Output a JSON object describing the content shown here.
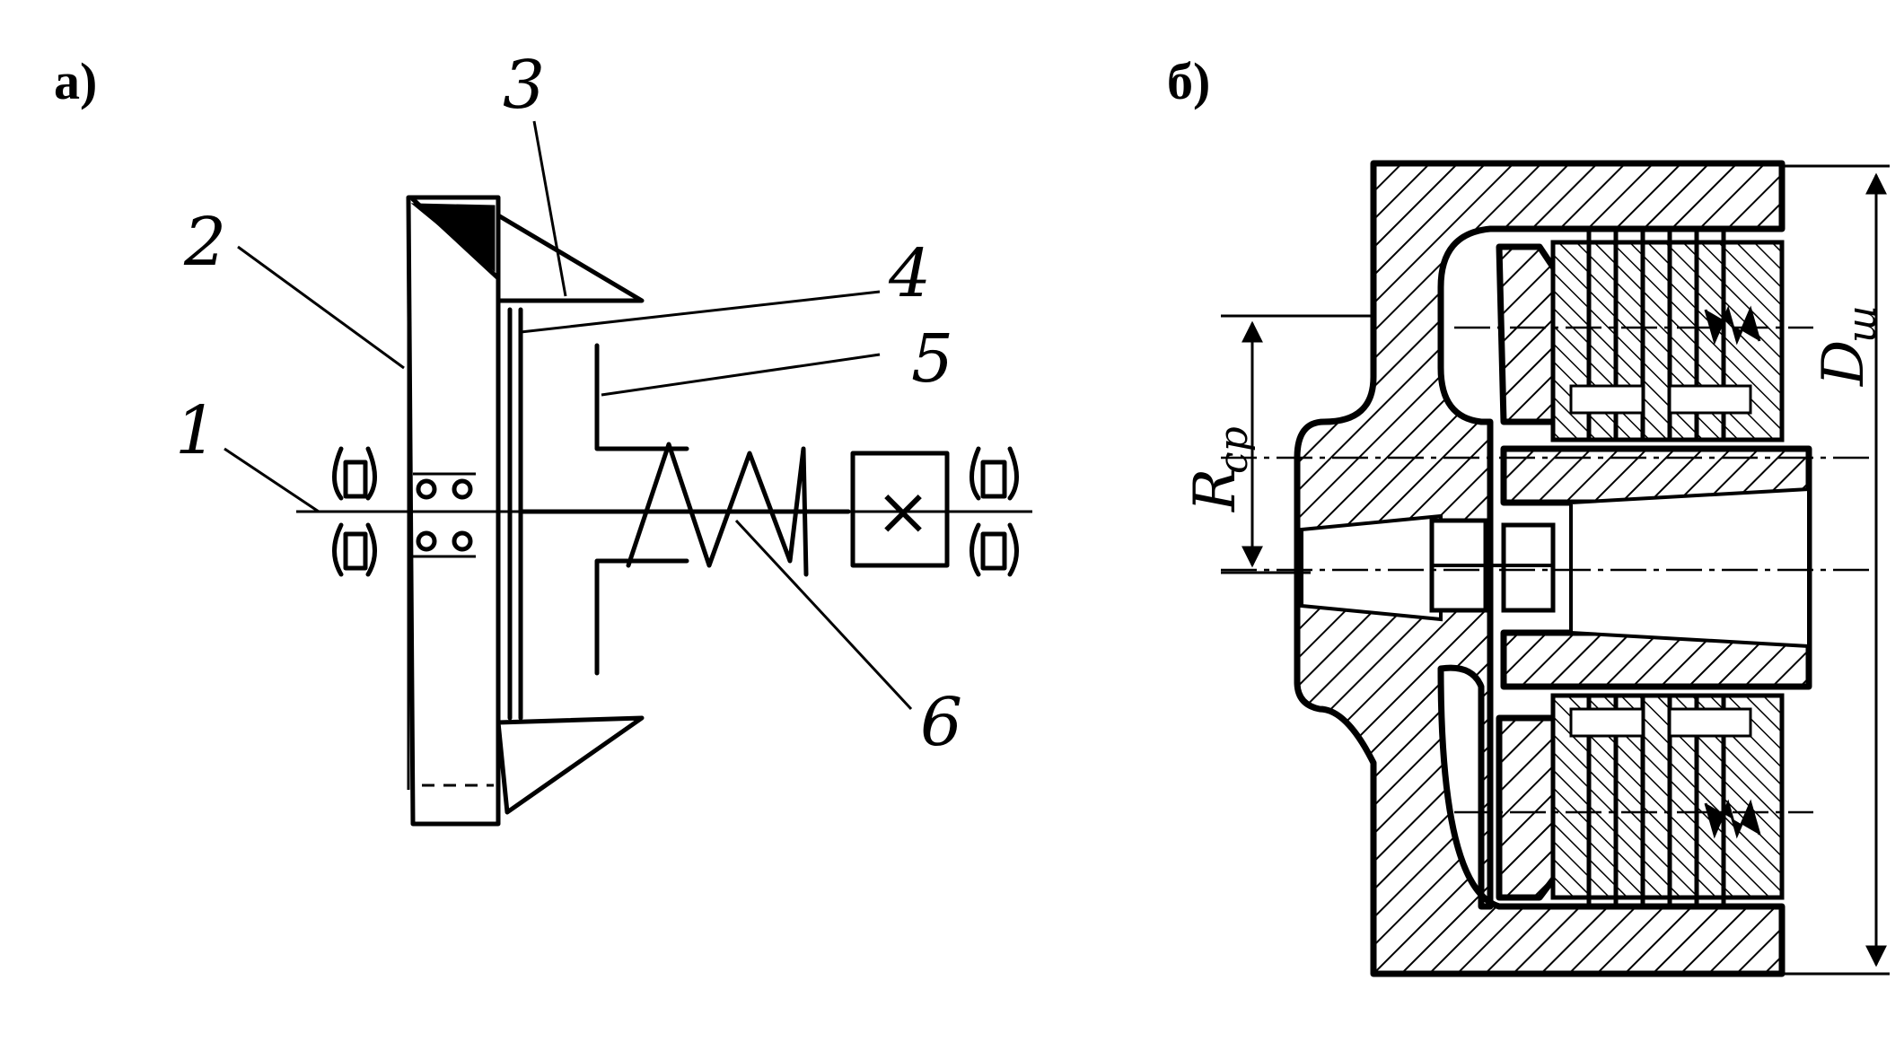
{
  "panels": {
    "a": {
      "label": "а)"
    },
    "b": {
      "label": "б)"
    }
  },
  "part_numbers": {
    "p1": "1",
    "p2": "2",
    "p3": "3",
    "p4": "4",
    "p5": "5",
    "p6": "6"
  },
  "dimensions": {
    "rcp_main": "R",
    "rcp_sub": "ср",
    "dsh_main": "D",
    "dsh_sub": "ш"
  },
  "symbols": {
    "gear_mark": "×"
  }
}
